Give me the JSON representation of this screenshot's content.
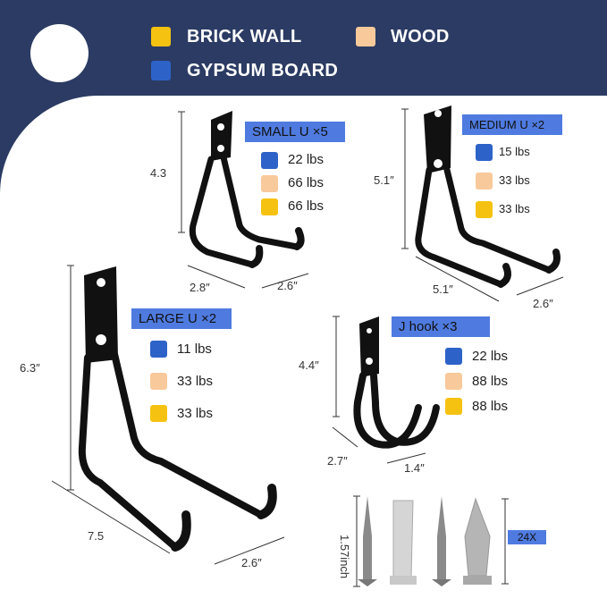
{
  "legend": [
    {
      "color": "#f5c211",
      "label": "BRICK WALL"
    },
    {
      "color": "#f8c99b",
      "label": "WOOD"
    },
    {
      "color": "#2d63c8",
      "label": "GYPSUM BOARD"
    }
  ],
  "hooks": {
    "small": {
      "title": "SMALL U ×5",
      "loads": [
        "22 lbs",
        "66 lbs",
        "66 lbs"
      ],
      "height": "4.3",
      "width": "2.8″",
      "depth": "2.6″"
    },
    "medium": {
      "title": "MEDIUM U ×2",
      "loads": [
        "15 lbs",
        "33 lbs",
        "33 lbs"
      ],
      "height": "5.1″",
      "width": "5.1″",
      "depth": "2.6″"
    },
    "large": {
      "title": "LARGE U ×2",
      "loads": [
        "11 lbs",
        "33 lbs",
        "33 lbs"
      ],
      "height": "6.3″",
      "width": "7.5",
      "depth": "2.6″"
    },
    "jhook": {
      "title": "J hook ×3",
      "loads": [
        "22 lbs",
        "88 lbs",
        "88 lbs"
      ],
      "height": "4.4″",
      "width": "2.7″",
      "depth": "1.4″"
    }
  },
  "hardware": {
    "length": "1.57inch",
    "quantity": "24X"
  },
  "colors": {
    "background": "#2b3b63",
    "panel": "#ffffff",
    "label": "#4f7be0",
    "gypsum": "#2d63c8",
    "wood": "#f8c99b",
    "brick": "#f5c211"
  }
}
